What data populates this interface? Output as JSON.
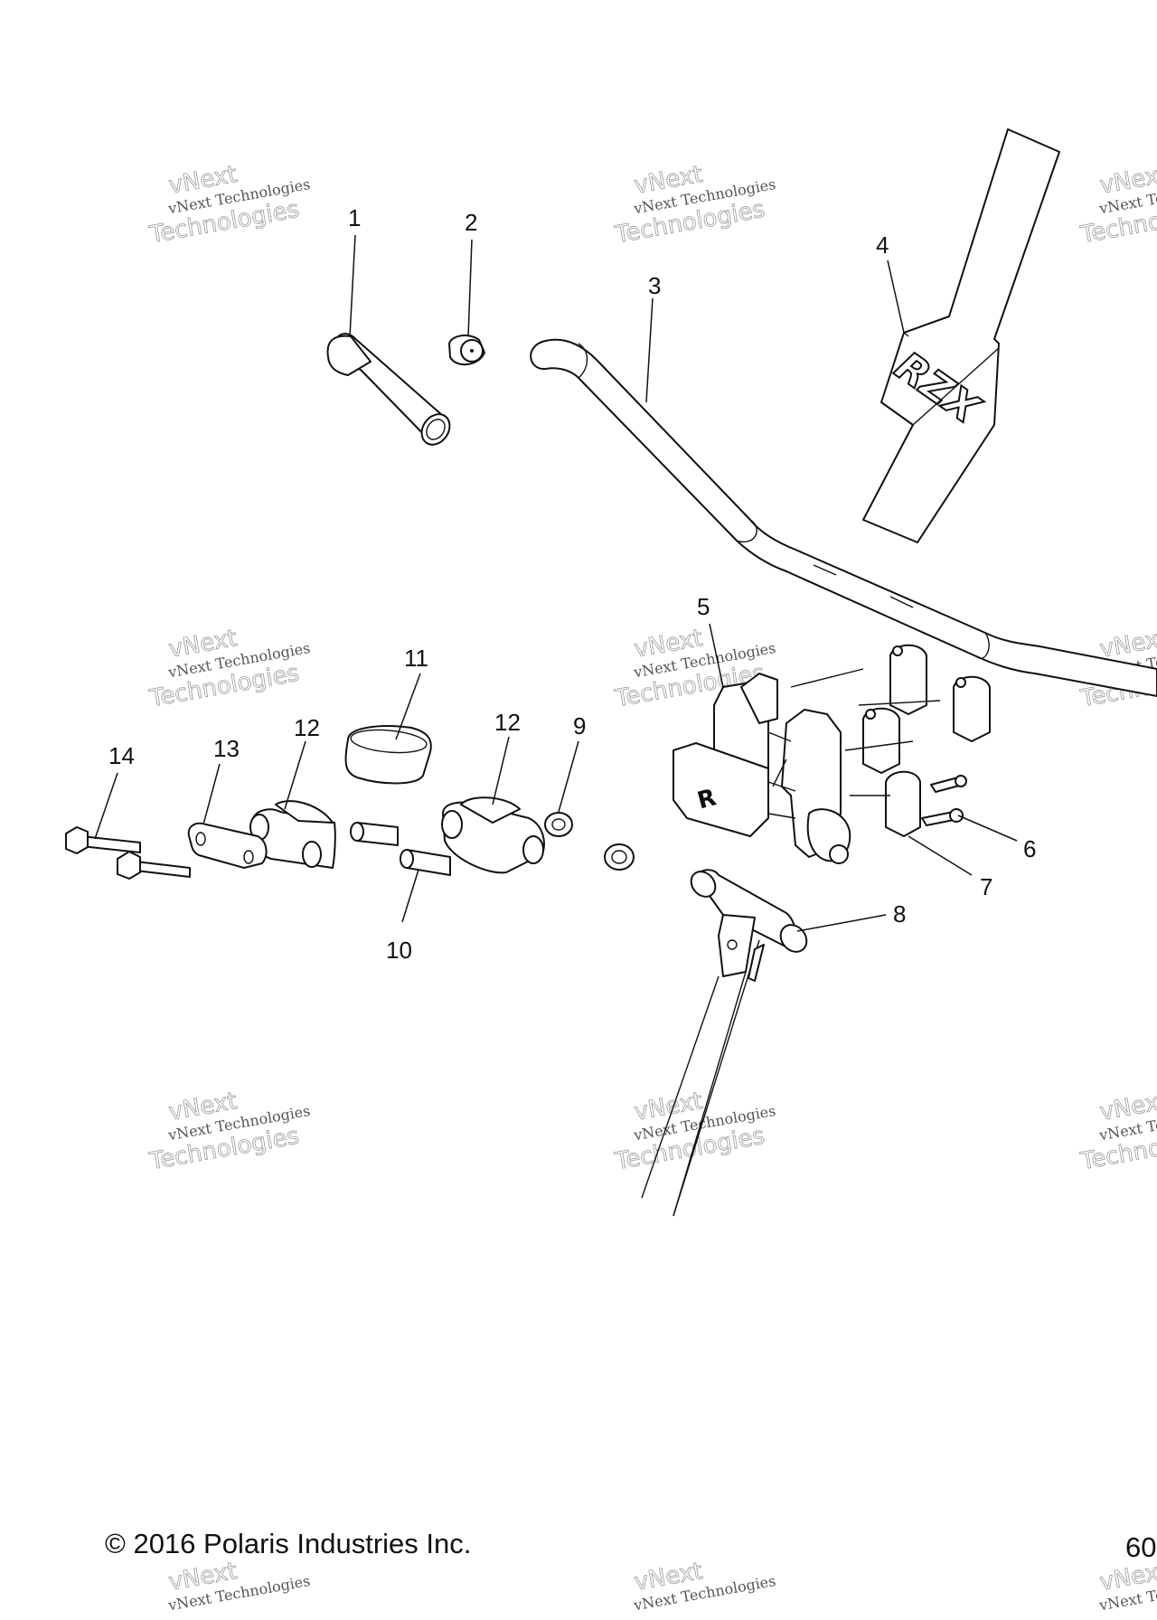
{
  "diagram": {
    "callouts": [
      "1",
      "2",
      "3",
      "4",
      "5",
      "6",
      "7",
      "8",
      "9",
      "10",
      "11",
      "12",
      "12",
      "13",
      "14"
    ],
    "decal_text": "RZX"
  },
  "watermark": {
    "line1": "vNext Technologies",
    "line2": "Technologies",
    "line3": "vNext"
  },
  "footer": {
    "copyright": "© 2016 Polaris Industries Inc.",
    "page_number": "60"
  }
}
